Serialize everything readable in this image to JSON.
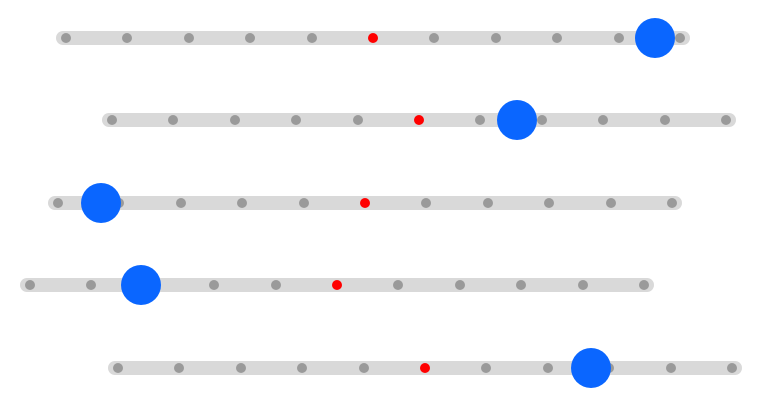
{
  "colors": {
    "track": "#d9d9d9",
    "tick": "#9a9a9a",
    "center_tick": "#ff0000",
    "thumb": "#0a66ff"
  },
  "sliders": [
    {
      "value_fraction": 0.96,
      "ticks": 11,
      "center_tick_index": 5
    },
    {
      "value_fraction": 0.66,
      "ticks": 11,
      "center_tick_index": 5
    },
    {
      "value_fraction": 0.07,
      "ticks": 11,
      "center_tick_index": 5
    },
    {
      "value_fraction": 0.18,
      "ticks": 11,
      "center_tick_index": 5
    },
    {
      "value_fraction": 0.77,
      "ticks": 11,
      "center_tick_index": 5
    }
  ]
}
